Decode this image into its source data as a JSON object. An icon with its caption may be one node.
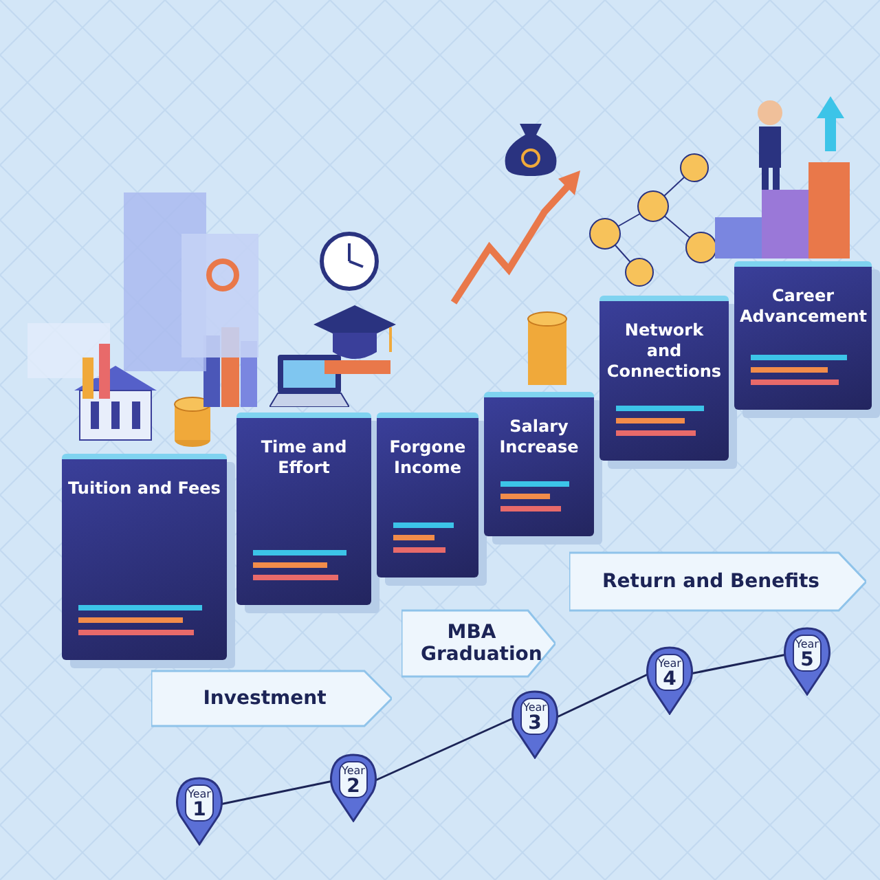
{
  "diagram": {
    "nodes": [
      {
        "text": [
          "Tuition and Fees"
        ]
      },
      {
        "text": [
          "Time and Effort"
        ]
      },
      {
        "text": [
          "Forgone Income"
        ]
      },
      {
        "text": [
          "Salary Increase"
        ]
      },
      {
        "text": [
          "Network and Connections"
        ]
      },
      {
        "text": [
          "Career Advancement"
        ]
      },
      {
        "text": [
          "Investment"
        ]
      },
      {
        "text": [
          "MBA Graduation"
        ]
      },
      {
        "text": [
          "Return and Benefits"
        ]
      },
      {
        "text": [
          "Year",
          "1"
        ]
      },
      {
        "text": [
          "Year",
          "2"
        ]
      },
      {
        "text": [
          "Year",
          "3"
        ]
      },
      {
        "text": [
          "Year",
          "4"
        ]
      },
      {
        "text": [
          "Year",
          "5"
        ]
      }
    ],
    "edges": [
      {
        "from": 9,
        "to": 10,
        "arrow": "none"
      },
      {
        "from": 10,
        "to": 11,
        "arrow": "none"
      },
      {
        "from": 11,
        "to": 12,
        "arrow": "none"
      },
      {
        "from": 12,
        "to": 13,
        "arrow": "none"
      }
    ]
  }
}
